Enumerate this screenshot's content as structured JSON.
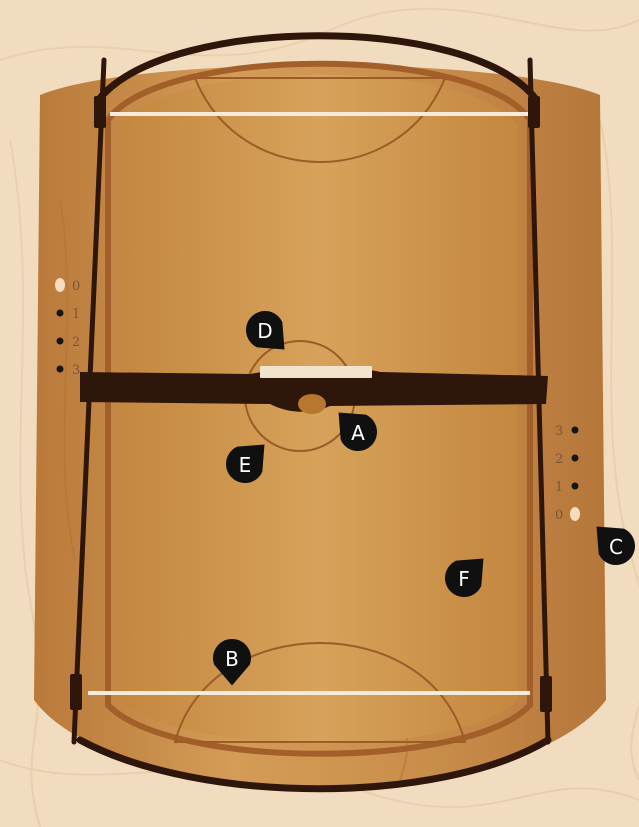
{
  "colors": {
    "background": "#f1dcc0",
    "board_wood": "#c68c47",
    "board_wood_light": "#d29a55",
    "rail_dark": "#2f160b",
    "court_line": "#f4ebdd",
    "pin": "#101010",
    "score_peg_active": "#f6dcbc",
    "score_peg_inactive": "#161616"
  },
  "board": {
    "markers": [
      {
        "id": "A",
        "label": "A",
        "role": "center-puck-slot"
      },
      {
        "id": "B",
        "label": "B",
        "role": "bottom-goal-zone"
      },
      {
        "id": "C",
        "label": "C",
        "role": "right-score-track"
      },
      {
        "id": "D",
        "label": "D",
        "role": "center-bridge-top"
      },
      {
        "id": "E",
        "label": "E",
        "role": "center-circle"
      },
      {
        "id": "F",
        "label": "F",
        "role": "right-side-rail"
      }
    ]
  },
  "score_tracks": {
    "left": {
      "labels": [
        "0",
        "1",
        "2",
        "3"
      ],
      "active_index": 0
    },
    "right": {
      "labels": [
        "3",
        "2",
        "1",
        "0"
      ],
      "active_index": 3
    }
  }
}
